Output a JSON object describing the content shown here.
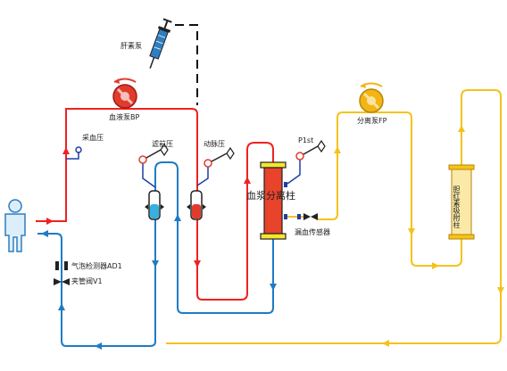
{
  "labels": {
    "anticoag_pump": "肝素泵",
    "blood_pump": "血液泵BP",
    "arterial_pressure": "采血压",
    "filter_pressure": "滤前压",
    "venous_pressure": "动脉压",
    "plasma_separator": "血浆分离柱",
    "p1st": "P1st",
    "plasma_pump": "分离泵FP",
    "adsorber": "胆红素吸附柱",
    "blood_leak_detector": "漏血传感器",
    "air_detector": "气泡检测器AD1",
    "venous_clamp": "夹管阀V1"
  },
  "colors": {
    "arterial": "#ee2222",
    "venous": "#1f7bc4",
    "plasma": "#f5c21b",
    "anticoag": "#111111",
    "patient": "#2e7fc0",
    "pump_red": "#e23b2e",
    "pump_yellow": "#f2b515"
  },
  "icons": [
    "patient-icon",
    "syringe-icon",
    "blood-pump-icon",
    "plasma-pump-icon",
    "pressure-sensor-icon",
    "drip-chamber-icon",
    "clamp-valve-icon",
    "air-detector-icon",
    "flow-arrow-icon"
  ]
}
